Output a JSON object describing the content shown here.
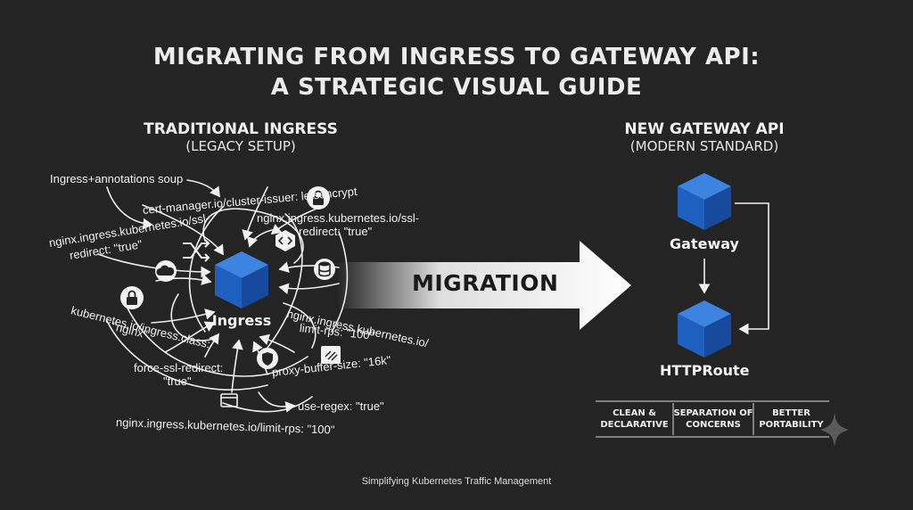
{
  "title": {
    "line1": "MIGRATING FROM INGRESS TO GATEWAY API:",
    "line2": "A STRATEGIC VISUAL GUIDE"
  },
  "legacy": {
    "heading": "TRADITIONAL INGRESS",
    "subheading": "(LEGACY SETUP)",
    "node_label": "Ingress",
    "annotations": {
      "soup": "Ingress+annotations soup",
      "cert_manager": "cert-manager.io/cluster-issuer: letsencrypt",
      "ssl_redirect_left_1": "nginx.ingress.kubernetes.io/ssl-",
      "ssl_redirect_left_2": "redirect: \"true\"",
      "ssl_redirect_right_1": "nginx.ingress.kubernetes.io/ssl-",
      "ssl_redirect_right_2": "redirect: \"true\"",
      "ingress_class_1": "kubernetes.io/ingress.class:",
      "ingress_class_2": "\"nginx\"",
      "limit_rps_right_1": "nginx.ingress.kubernetes.io/",
      "limit_rps_right_2": "limit-rps: \"100\"",
      "force_ssl_1": "force-ssl-redirect:",
      "force_ssl_2": "\"true\"",
      "proxy_buffer": "proxy-buffer-size: \"16k\"",
      "use_regex": "use-regex: \"true\"",
      "limit_rps_bottom": "nginx.ingress.kubernetes.io/limit-rps: \"100\""
    }
  },
  "migration": {
    "label": "MIGRATION"
  },
  "modern": {
    "heading": "NEW GATEWAY API",
    "subheading": "(MODERN STANDARD)",
    "gateway_label": "Gateway",
    "httproute_label": "HTTPRoute",
    "benefits": [
      {
        "line1": "CLEAN &",
        "line2": "DECLARATIVE"
      },
      {
        "line1": "SEPARATION OF",
        "line2": "CONCERNS"
      },
      {
        "line1": "BETTER",
        "line2": "PORTABILITY"
      }
    ]
  },
  "footer": "Simplifying Kubernetes Traffic Management",
  "colors": {
    "background": "#242424",
    "cube_top": "#3d84e0",
    "cube_left": "#1f5fc0",
    "cube_right": "#174a9c",
    "text": "#f2f2f2"
  },
  "icons": [
    "lock-icon",
    "shuffle-icon",
    "cloud-icon",
    "code-icon",
    "database-icon",
    "shield-icon",
    "bug-icon",
    "browser-window-icon",
    "sparkle-icon"
  ]
}
